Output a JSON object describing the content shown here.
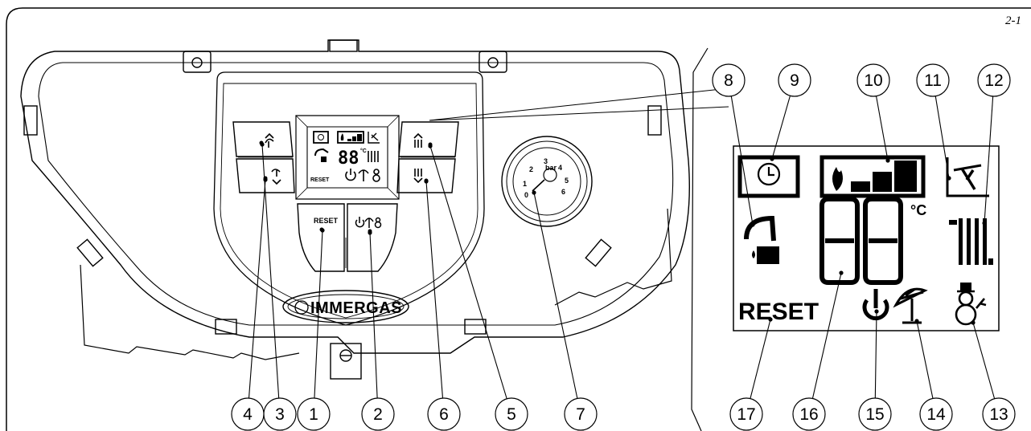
{
  "figure": {
    "number": "2-1"
  },
  "brand": {
    "name": "IMMERGAS"
  },
  "panel": {
    "reset_label": "RESET",
    "temp_digits": "88",
    "temp_unit": "°C",
    "gauge_unit": "bar",
    "gauge_ticks": [
      "1",
      "2",
      "3",
      "4",
      "5",
      "6",
      "0"
    ]
  },
  "display": {
    "reset_label": "RESET",
    "temp_digits": "88",
    "temp_unit": "°C"
  },
  "callouts": [
    "1",
    "2",
    "3",
    "4",
    "5",
    "6",
    "7",
    "8",
    "9",
    "10",
    "11",
    "12",
    "13",
    "14",
    "15",
    "16",
    "17"
  ]
}
